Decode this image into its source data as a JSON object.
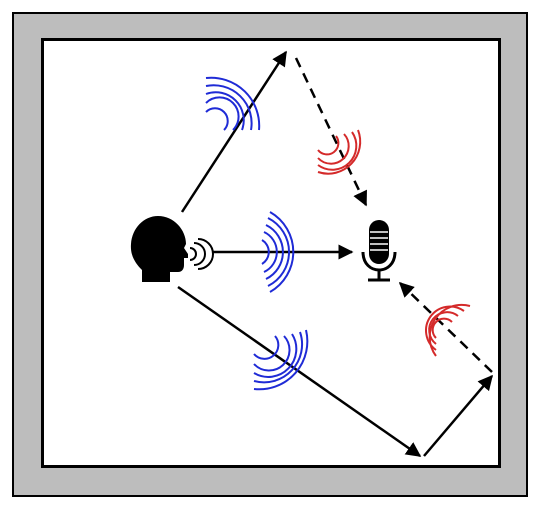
{
  "diagram": {
    "colors": {
      "wall": "#bdbdbd",
      "room": "#ffffff",
      "line": "#000000",
      "direct_wave": "#1f2bd6",
      "reflected_wave": "#d42a2a"
    },
    "icons": {
      "source": "speaking-head-icon",
      "receiver": "microphone-icon"
    },
    "paths": [
      {
        "name": "direct-path",
        "style": "solid"
      },
      {
        "name": "upper-reflection-incident",
        "style": "solid"
      },
      {
        "name": "upper-reflection-reflected",
        "style": "dashed"
      },
      {
        "name": "lower-reflection-incident",
        "style": "solid"
      },
      {
        "name": "lower-reflection-bounce",
        "style": "solid"
      },
      {
        "name": "lower-reflection-reflected",
        "style": "dashed"
      }
    ]
  }
}
